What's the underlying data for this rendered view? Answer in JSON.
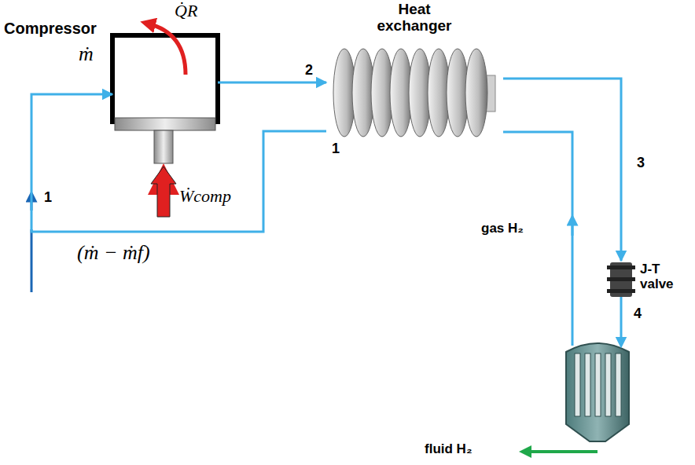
{
  "diagram": {
    "nodes": [
      {
        "text": [
          "Compressor"
        ]
      },
      {
        "text": [
          "Heat exchanger"
        ]
      },
      {
        "text": [
          "J-T valve"
        ]
      }
    ],
    "edges": [
      {
        "from": 0,
        "to": 1,
        "arrow": "to",
        "label": "2"
      },
      {
        "from": 1,
        "to": 2,
        "arrow": "to",
        "label": "3"
      },
      {
        "from": 1,
        "to": 0,
        "arrow": "to",
        "label": "1"
      }
    ],
    "labels": [
      "Q̇R",
      "ṁ",
      "Ẇcomp",
      "1",
      "(ṁ − ṁf)",
      "4",
      "gas H₂",
      "fluid H₂"
    ]
  }
}
